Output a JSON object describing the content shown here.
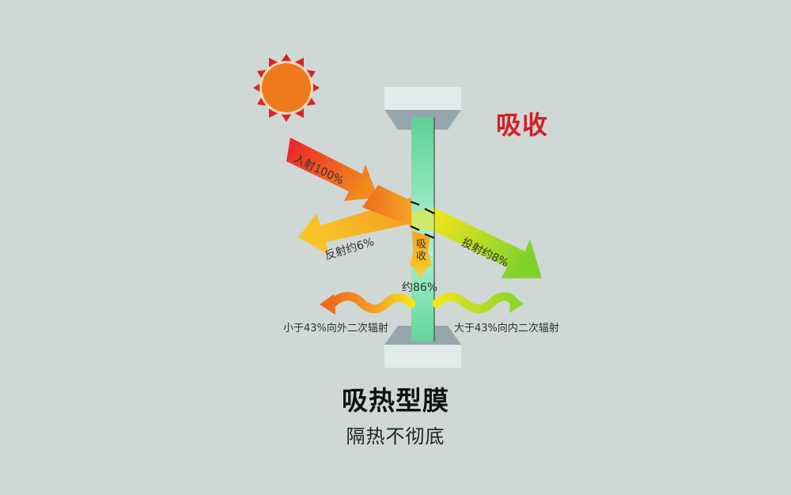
{
  "diagram": {
    "heading_right": "吸收",
    "main_title": "吸热型膜",
    "subtitle": "隔热不彻底",
    "labels": {
      "incident": "入射100%",
      "reflected": "反射约6%",
      "transmitted": "投射约8%",
      "absorbed_line1": "吸",
      "absorbed_line2": "收",
      "absorbed_value": "约86%",
      "outward_radiation": "小于43%向外二次辐射",
      "inward_radiation": "大于43%向内二次辐射"
    },
    "values": {
      "incident_pct": 100,
      "reflected_pct": 6,
      "transmitted_pct": 8,
      "absorbed_pct": 86,
      "outward_pct": "<43",
      "inward_pct": ">43"
    },
    "colors": {
      "background": "#cfd8d5",
      "sun_core": "#ee7a1c",
      "sun_rays": "#d8232a",
      "glass": "#6ed9a0",
      "heading_red": "#d21f26",
      "incident_arrow_start": "#e8202a",
      "incident_arrow_end": "#f28a1e",
      "reflect_arrow": "#f6b41c",
      "transmit_arrow_start": "#f5e71c",
      "transmit_arrow_end": "#86d62a"
    },
    "icons": [
      "sun-icon",
      "incident-arrow-icon",
      "reflected-arrow-icon",
      "transmitted-arrow-icon",
      "absorbed-arrow-icon",
      "outward-wave-icon",
      "inward-wave-icon"
    ]
  }
}
